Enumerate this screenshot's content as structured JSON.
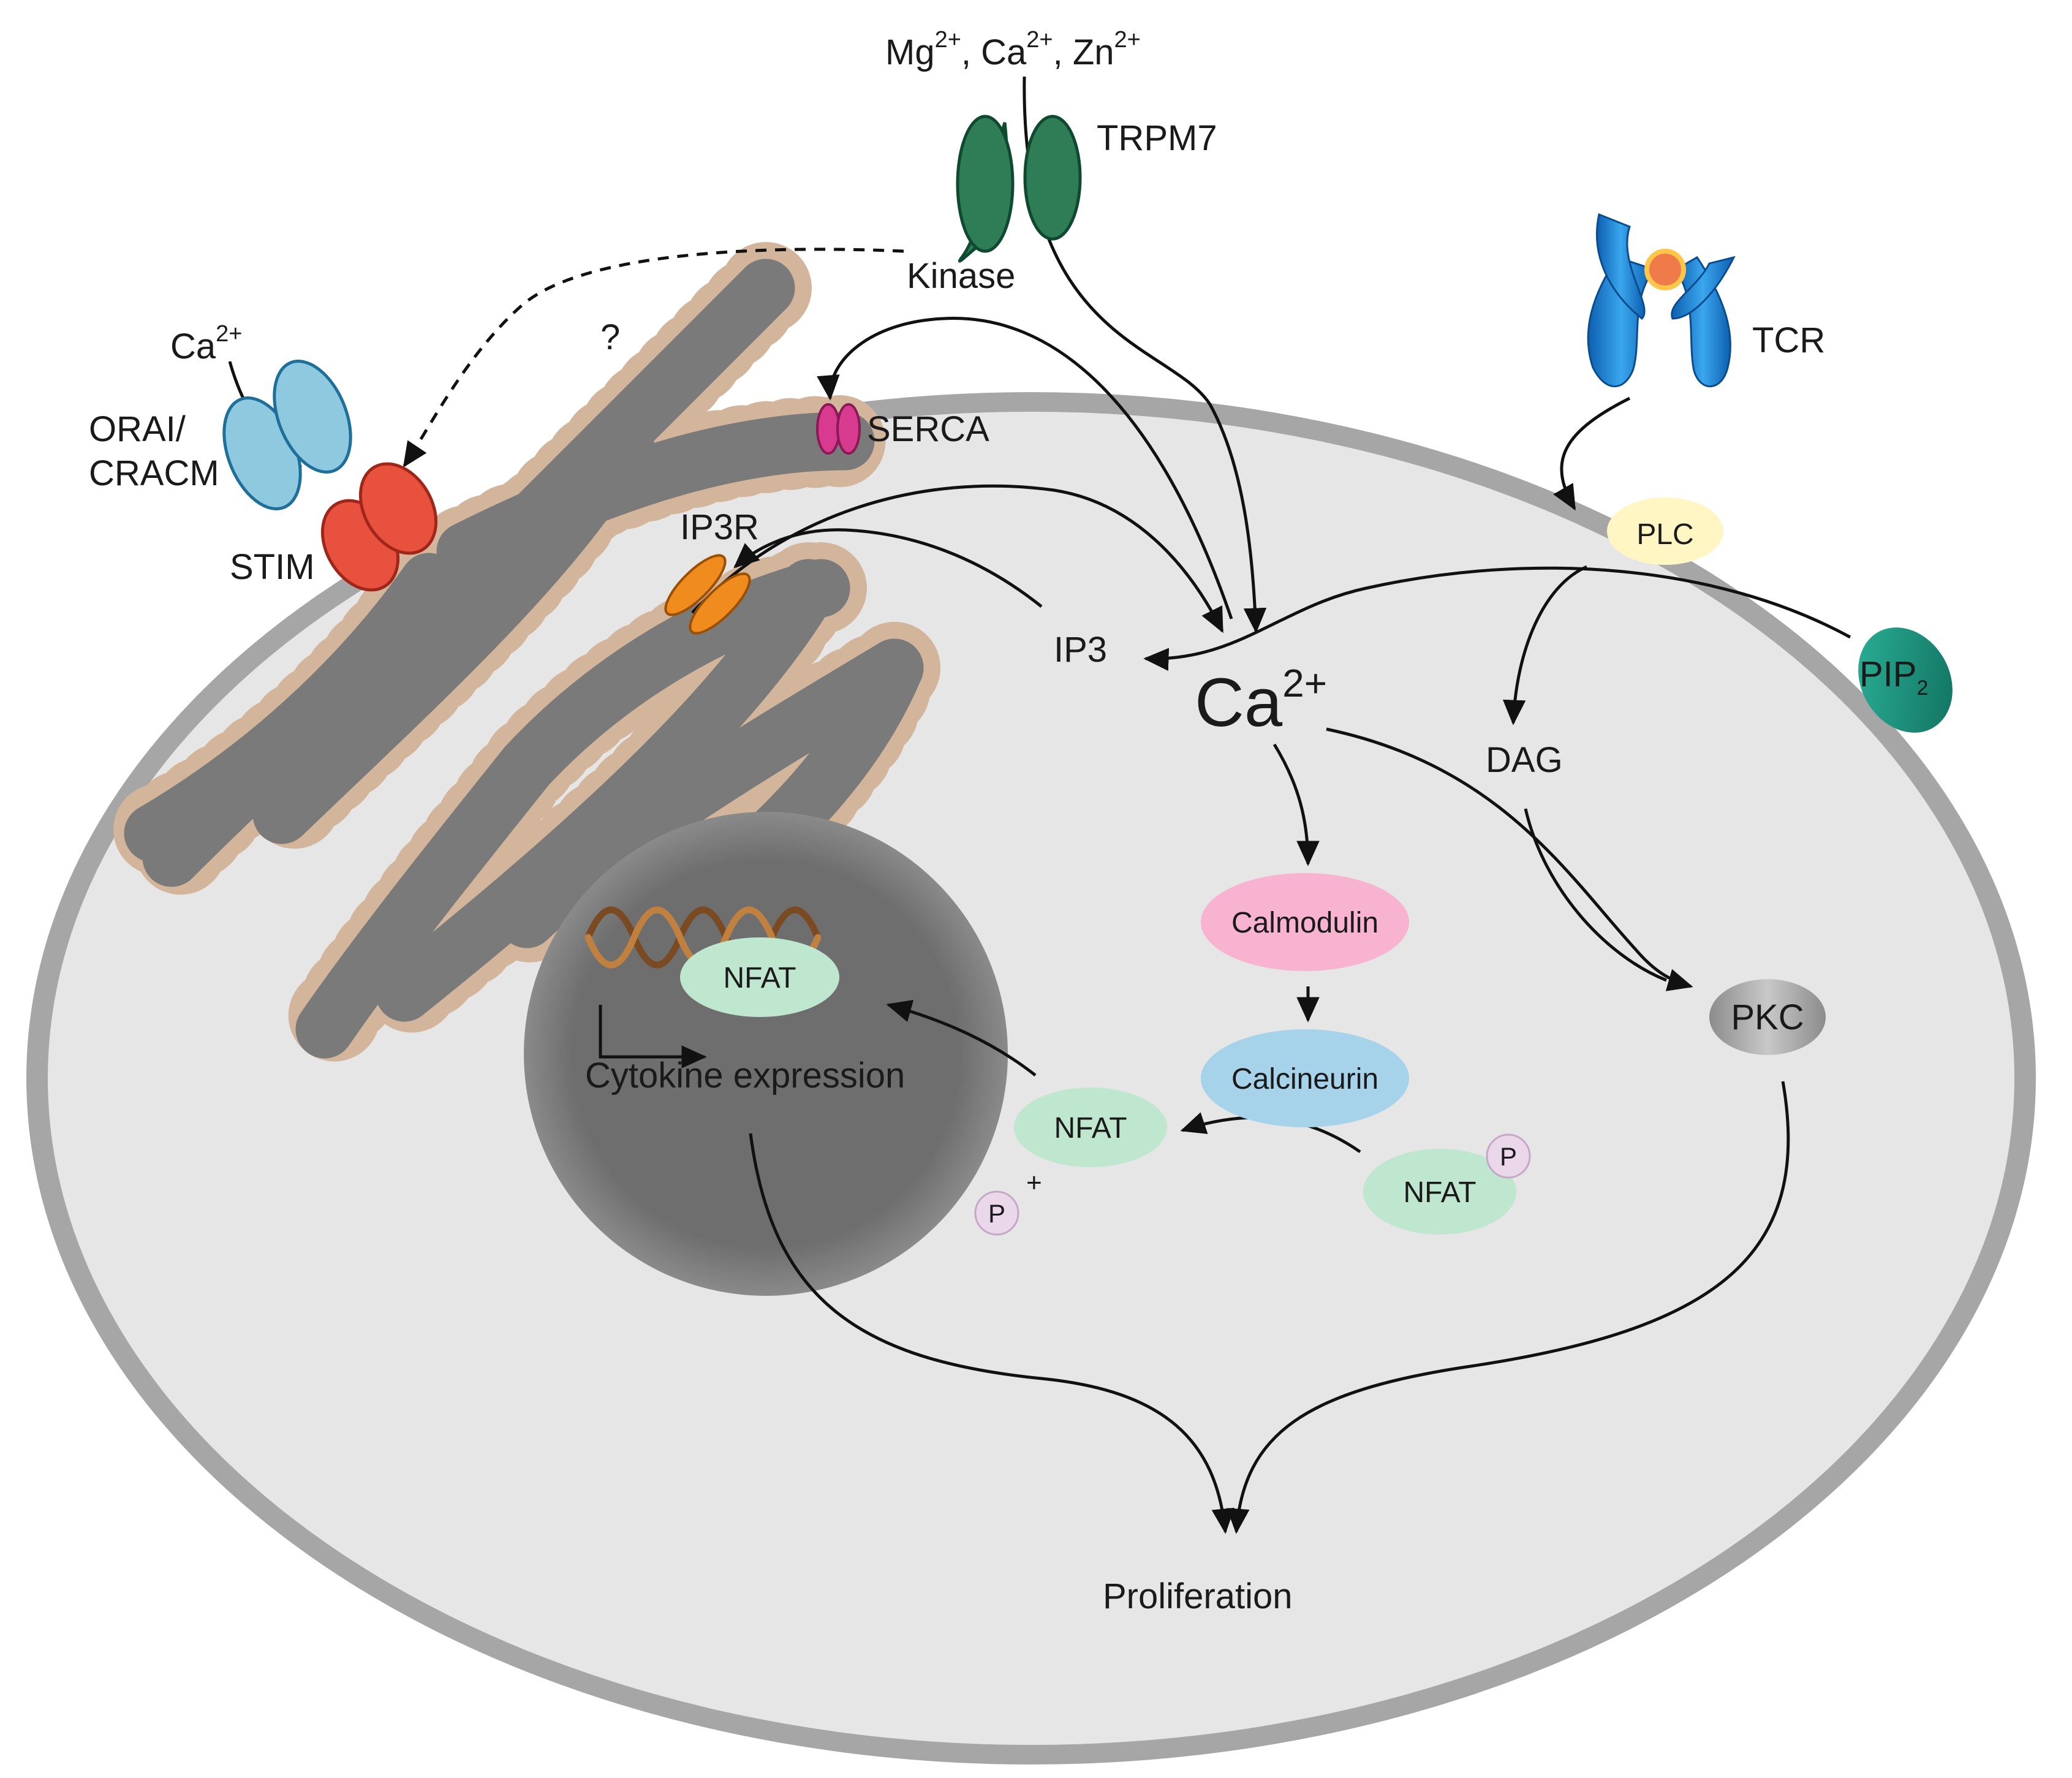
{
  "ions": {
    "mg": "Mg",
    "mg_sup": "2+",
    "sep1": ", ",
    "ca": "Ca",
    "ca_sup": "2+",
    "sep2": ", ",
    "zn": "Zn",
    "zn_sup": "2+"
  },
  "labels": {
    "trpm7": "TRPM7",
    "kinase": "Kinase",
    "question": "?",
    "ca_ext": "Ca",
    "ca_ext_sup": "2+",
    "orai_line1": "ORAI/",
    "orai_line2": "CRACM",
    "stim": "STIM",
    "serca": "SERCA",
    "ip3r": "IP3R",
    "ip3": "IP3",
    "ca_center": "Ca",
    "ca_center_sup": "2+",
    "tcr": "TCR",
    "plc": "PLC",
    "pip2": "PIP",
    "pip2_sub": "2",
    "dag": "DAG",
    "pkc": "PKC",
    "calmodulin": "Calmodulin",
    "calcineurin": "Calcineurin",
    "nfat_nucleus": "NFAT",
    "nfat_free": "NFAT",
    "nfat_phos": "NFAT",
    "p_on_nfat": "P",
    "p_free": "P",
    "plus": "+",
    "cytokine": "Cytokine expression",
    "proliferation": "Proliferation"
  },
  "colors": {
    "cell_membrane": "#a6a6a6",
    "cytoplasm": "#e6e6e6",
    "er": "#7a7a7a",
    "ribosome": "#d2b59a",
    "nucleus": "#6e6e6e",
    "trpm7": "#2e7d57",
    "orai": "#8fc9e0",
    "stim": "#e8513e",
    "serca": "#d83a8f",
    "ip3r": "#f08c1e",
    "tcr": "#1e7fd0",
    "tcr_ligand": "#ef7a4a",
    "plc": "#fff6c4",
    "pip2": "#1e9b82",
    "pkc": "#aaaaaa",
    "calmodulin": "#f7b3cf",
    "calcineurin": "#a7d3ea",
    "nfat": "#bfe6cf",
    "phosphate": "#ead8ea",
    "dna": "#9a6a3a"
  }
}
